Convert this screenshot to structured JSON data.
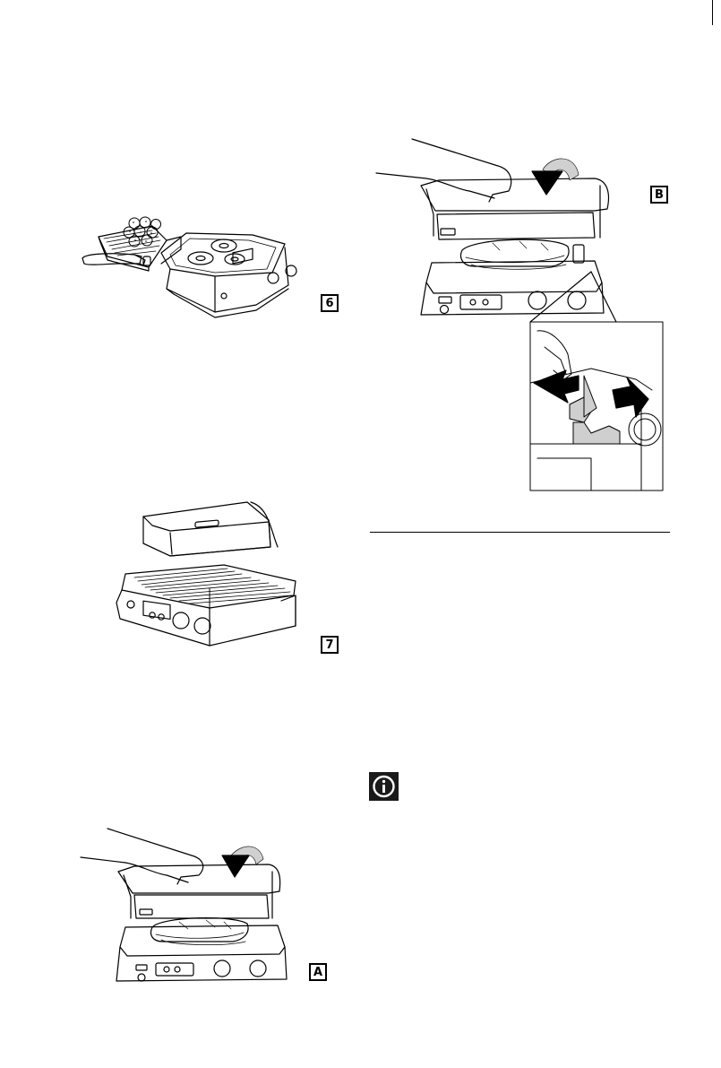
{
  "figures": [
    {
      "label": "6",
      "subject": "grill-open-flat-with-pancakes-and-eggs"
    },
    {
      "label": "7",
      "subject": "grill-open-grill-plates"
    },
    {
      "label": "A",
      "subject": "hand-closing-lid-on-sandwich"
    },
    {
      "label": "B",
      "subject": "hand-closing-lid-with-height-adjust-detail"
    }
  ],
  "icons": {
    "info": "info-icon"
  },
  "colors": {
    "line": "#000000",
    "info_box": "#1a1a1a",
    "arrow": "#000000",
    "arrow_light": "#bdbdbd"
  }
}
